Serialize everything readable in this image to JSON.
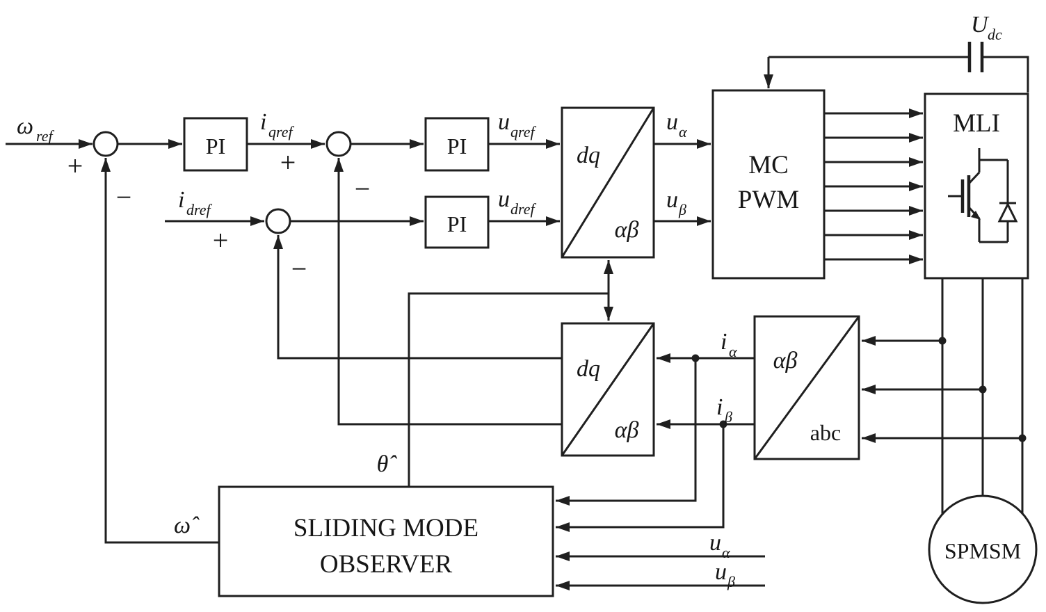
{
  "signs": {
    "plus": "+",
    "minus": "−"
  },
  "blocks": {
    "pi_label": "PI",
    "mc_pwm": {
      "line1": "MC",
      "line2": "PWM"
    },
    "mli_label": "MLI",
    "observer": {
      "line1": "SLIDING MODE",
      "line2": "OBSERVER"
    },
    "spmsm_label": "SPMSM",
    "dq_transform": {
      "top": "dq",
      "bottom": "αβ"
    },
    "clarke_transform": {
      "top": "αβ",
      "bottom": "abc"
    }
  },
  "signals": {
    "omega_ref": {
      "base": "ω",
      "sub": "ref"
    },
    "i_qref": {
      "base": "i",
      "sub": "qref"
    },
    "i_dref": {
      "base": "i",
      "sub": "dref"
    },
    "u_qref": {
      "base": "u",
      "sub": "qref"
    },
    "u_dref": {
      "base": "u",
      "sub": "dref"
    },
    "u_alpha": {
      "base": "u",
      "sub": "α"
    },
    "u_beta": {
      "base": "u",
      "sub": "β"
    },
    "i_alpha": {
      "base": "i",
      "sub": "α"
    },
    "i_beta": {
      "base": "i",
      "sub": "β"
    },
    "u_dc": {
      "base": "U",
      "sub": "dc"
    },
    "theta_hat": "θ̂",
    "omega_hat": "ω̂"
  },
  "colors": {
    "line": "#1f1f1f",
    "background": "#ffffff"
  }
}
